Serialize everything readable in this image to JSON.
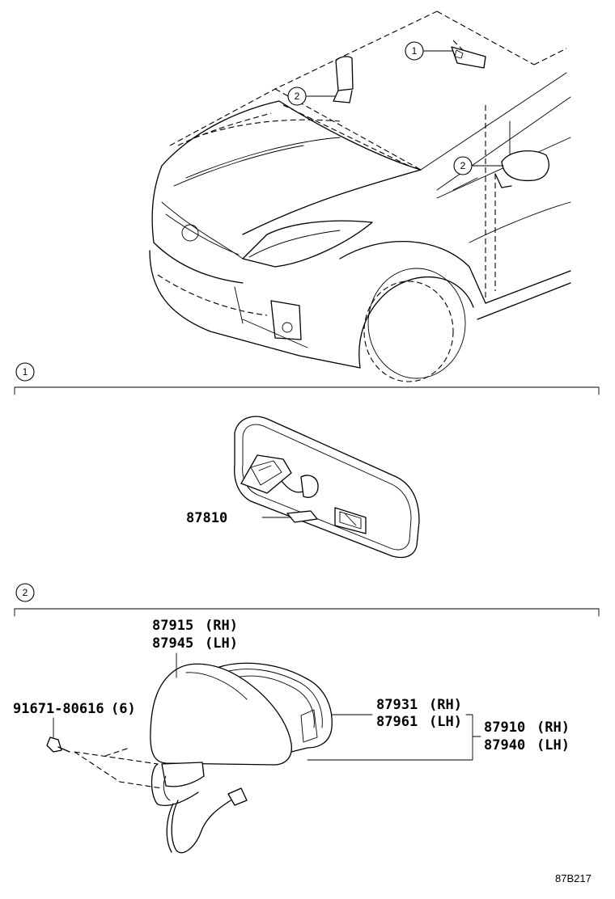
{
  "overview": {
    "callouts": [
      {
        "num": "1",
        "target": "inner-rear-view-mirror"
      },
      {
        "num": "2",
        "target": "outer-mirror"
      },
      {
        "num": "2",
        "target": "outer-mirror"
      }
    ]
  },
  "section1": {
    "badge": "1",
    "parts": [
      {
        "number": "87810"
      }
    ]
  },
  "section2": {
    "badge": "2",
    "parts": [
      {
        "number": "87915",
        "side": "(RH)"
      },
      {
        "number": "87945",
        "side": "(LH)"
      },
      {
        "number": "91671-80616",
        "qty": "(6)"
      },
      {
        "number": "87931",
        "side": "(RH)"
      },
      {
        "number": "87961",
        "side": "(LH)"
      },
      {
        "number": "87910",
        "side": "(RH)"
      },
      {
        "number": "87940",
        "side": "(LH)"
      }
    ]
  },
  "illustration_code": "87B217"
}
